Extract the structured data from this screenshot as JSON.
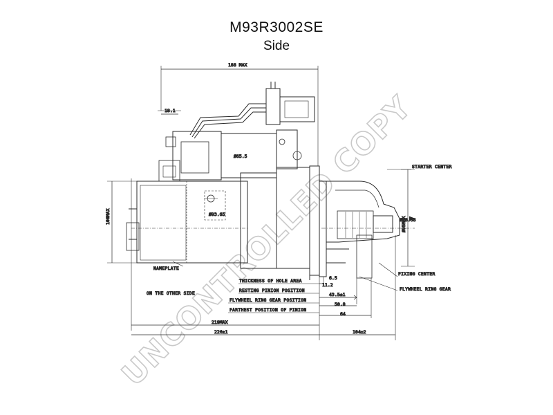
{
  "header": {
    "model": "M93R3002SE",
    "view": "Side"
  },
  "watermark": "UNCONTROLLED COPY",
  "dimensions": {
    "top_max": "188 MAX",
    "d_small": "18.1",
    "d_solenoid": "Ø65.5",
    "d_body": "Ø93.65",
    "width_max": "100MAX",
    "pinion_dia": "Ø88.68",
    "flange_max": "Ø95MAX",
    "thickness_val": "6.5",
    "thickness_val2": "11.2",
    "resting_val": "43.5±1",
    "flywheel_val": "50.8",
    "farthest_val": "64",
    "total1": "219MAX",
    "total2": "226±1",
    "right_len": "104±2"
  },
  "labels": {
    "starter_center": "STARTER CENTER",
    "fixing_center": "FIXING CENTER",
    "flywheel_ring_gear": "FLYWHEEL RING GEAR",
    "nameplate": "NAMEPLATE",
    "on_the_other_side": "ON THE OTHER SIDE",
    "thickness_of_hole_area": "THICKNESS OF HOLE AREA",
    "resting_pinion_position": "RESTING PINION POSITION",
    "flywheel_ring_gear_position": "FLYWHEEL RING GEAR POSITION",
    "farthest_position_of_pinion": "FARTHEST POSITION OF PINION"
  },
  "colors": {
    "line": "#2a2a2a",
    "watermark": "#c9c9c9"
  }
}
